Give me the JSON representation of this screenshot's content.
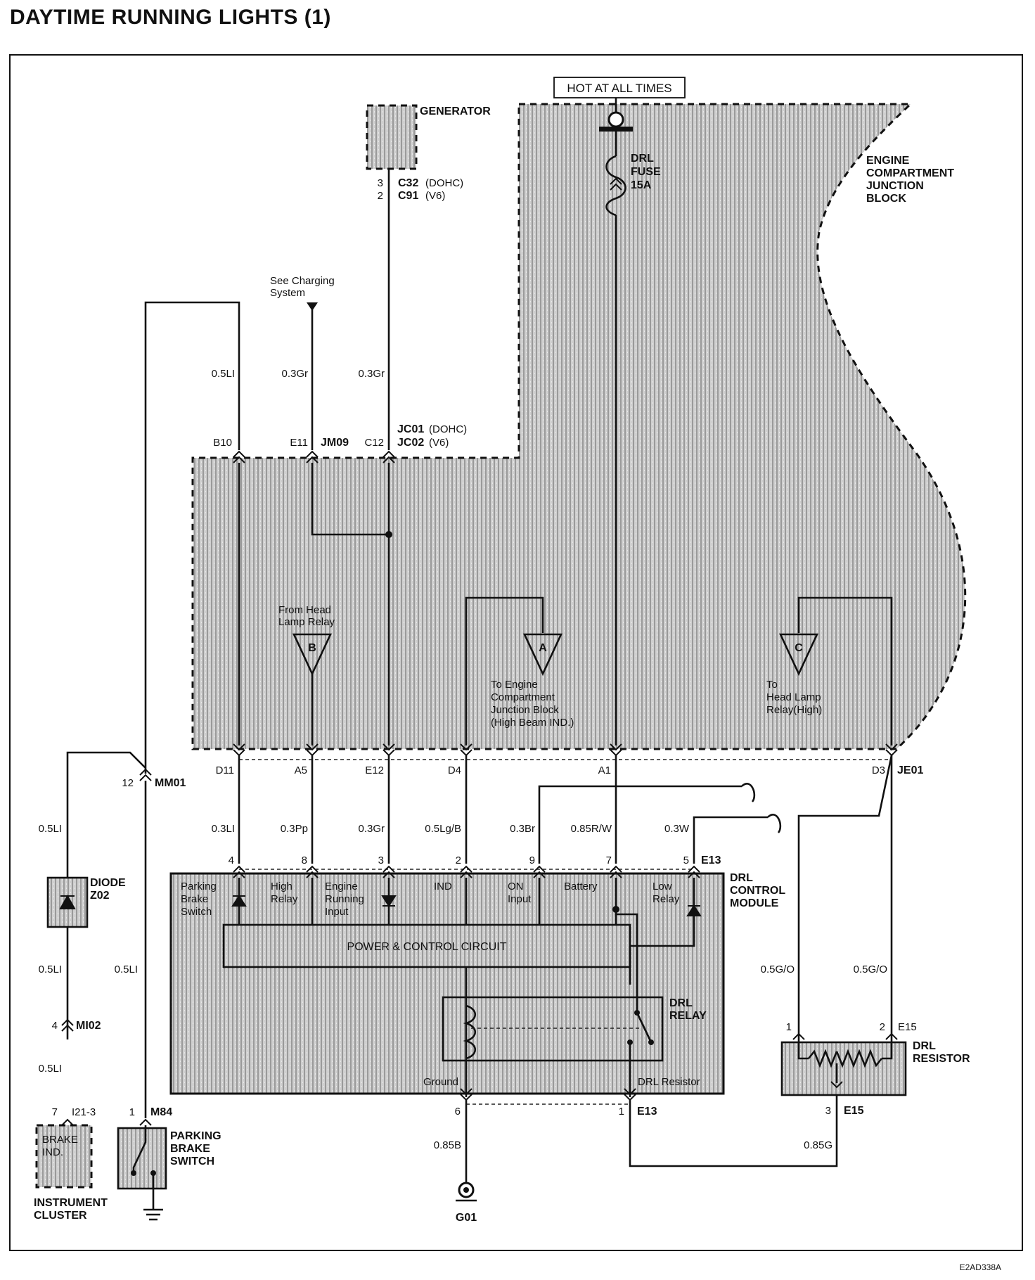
{
  "title": "DAYTIME RUNNING LIGHTS (1)",
  "footer_code": "E2AD338A",
  "hot_label": "HOT AT ALL TIMES",
  "fuse": [
    "DRL",
    "FUSE",
    "15A"
  ],
  "generator": {
    "label": "GENERATOR",
    "pin1": "3",
    "conn1": "C32",
    "var1": "(DOHC)",
    "pin2": "2",
    "conn2": "C91",
    "var2": "(V6)"
  },
  "ecjb_label": [
    "ENGINE",
    "COMPARTMENT",
    "JUNCTION",
    "BLOCK"
  ],
  "see_charging": [
    "See Charging",
    "System"
  ],
  "wires": {
    "b10_wire": "0.5LI",
    "e11_wire": "0.3Gr",
    "c12_wire": "0.3Gr",
    "d11_wire": "0.3LI",
    "a5_wire": "0.3Pp",
    "e12_wire": "0.3Gr",
    "d4_wire": "0.5Lg/B",
    "on_wire": "0.3Br",
    "a1_wire": "0.85R/W",
    "low_wire": "0.3W",
    "diode_top": "0.5LI",
    "diode_bottom": "0.5LI",
    "pbs_wire": "0.5LI",
    "mi02_below": "0.5LI",
    "res1": "0.5G/O",
    "res2": "0.5G/O",
    "ground_wire": "0.85B",
    "e15_wire": "0.85G"
  },
  "top_conn": {
    "b10": "B10",
    "e11": "E11",
    "jm09": "JM09",
    "c12": "C12",
    "jc01": "JC01",
    "jc01_var": "(DOHC)",
    "jc02": "JC02",
    "jc02_var": "(V6)"
  },
  "bottom_conn": {
    "d11": "D11",
    "a5": "A5",
    "e12": "E12",
    "d4": "D4",
    "a1": "A1",
    "d3": "D3",
    "je01": "JE01"
  },
  "offpage": {
    "b_letter": "B",
    "b_text": [
      "From Head",
      "Lamp Relay"
    ],
    "a_letter": "A",
    "a_text": [
      "To Engine",
      "Compartment",
      "Junction Block",
      "(High Beam IND.)"
    ],
    "c_letter": "C",
    "c_text": [
      "To",
      "Head Lamp",
      "Relay(High)"
    ]
  },
  "mm01": {
    "pin": "12",
    "name": "MM01"
  },
  "diode": {
    "name": "DIODE",
    "id": "Z02"
  },
  "mi02": {
    "pin": "4",
    "name": "MI02"
  },
  "i21": {
    "pin": "7",
    "name": "I21-3"
  },
  "m84": {
    "pin": "1",
    "name": "M84"
  },
  "brake_ind": [
    "BRAKE",
    "IND."
  ],
  "instrument_cluster": [
    "INSTRUMENT",
    "CLUSTER"
  ],
  "parking_brake_switch": [
    "PARKING",
    "BRAKE",
    "SWITCH"
  ],
  "module": {
    "name": [
      "DRL",
      "CONTROL",
      "MODULE"
    ],
    "conn": "E13",
    "pins": [
      "4",
      "8",
      "3",
      "2",
      "9",
      "7",
      "5"
    ],
    "inputs": {
      "parking": [
        "Parking",
        "Brake",
        "Switch"
      ],
      "high": [
        "High",
        "Relay"
      ],
      "engine": [
        "Engine",
        "Running",
        "Input"
      ],
      "ind": "IND",
      "on": [
        "ON",
        "Input"
      ],
      "battery": "Battery",
      "low": [
        "Low",
        "Relay"
      ]
    },
    "circuit": "POWER & CONTROL CIRCUIT",
    "relay": [
      "DRL",
      "RELAY"
    ],
    "ground": "Ground",
    "drl_resistor": "DRL Resistor",
    "bottom_pin6": "6",
    "bottom_pin1": "1",
    "bottom_conn": "E13"
  },
  "resistor": {
    "name": [
      "DRL",
      "RESISTOR"
    ],
    "pin1": "1",
    "pin2": "2",
    "conn": "E15",
    "pin3": "3",
    "conn3": "E15"
  },
  "ground": {
    "name": "G01"
  }
}
